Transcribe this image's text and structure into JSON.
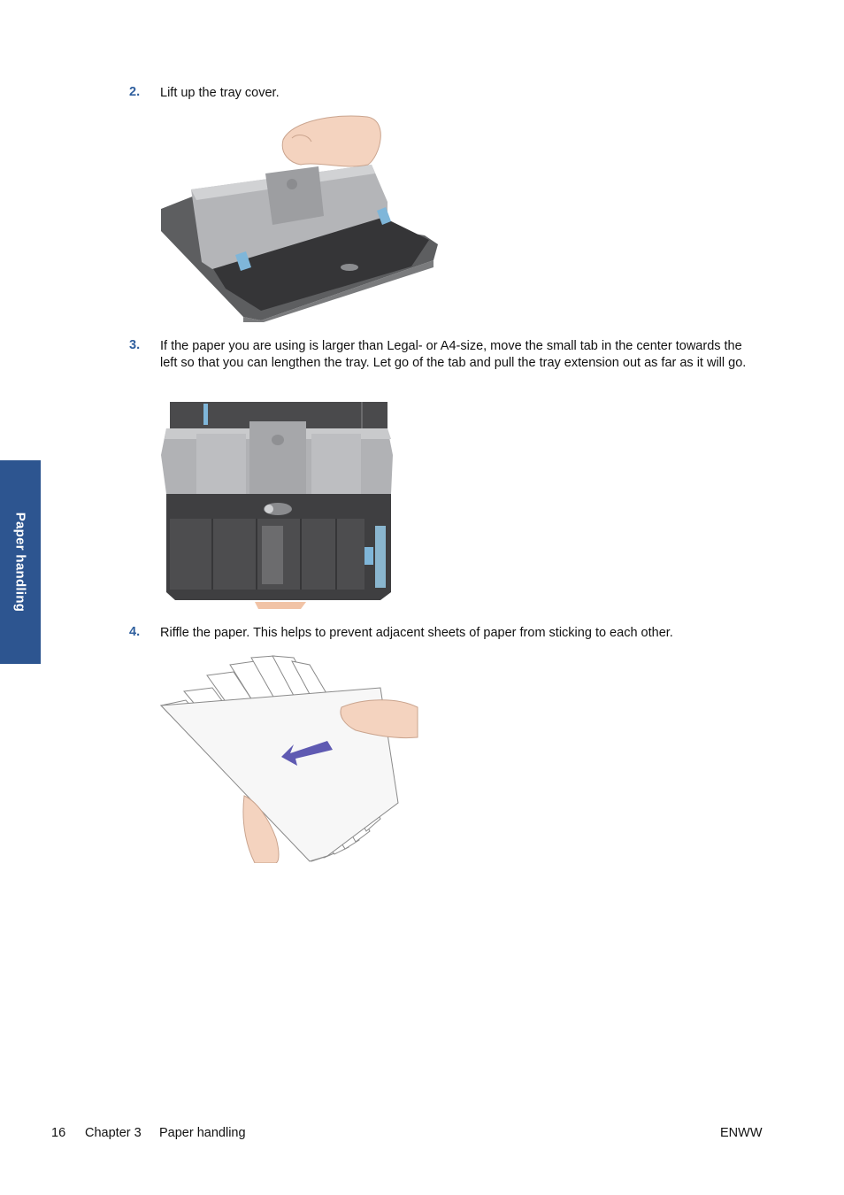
{
  "steps": [
    {
      "number": "2.",
      "text": "Lift up the tray cover.",
      "illustration": "lifting-tray-cover"
    },
    {
      "number": "3.",
      "text": "If the paper you are using is larger than Legal- or A4-size, move the small tab in the center towards the left so that you can lengthen the tray. Let go of the tab and pull the tray extension out as far as it will go.",
      "illustration": "tray-extension-top-view"
    },
    {
      "number": "4.",
      "text": "Riffle the paper. This helps to prevent adjacent sheets of paper from sticking to each other.",
      "illustration": "riffling-paper"
    }
  ],
  "side_tab": {
    "label": "Paper handling",
    "color": "#2d5590"
  },
  "footer": {
    "page_number": "16",
    "chapter": "Chapter 3",
    "section": "Paper handling",
    "right": "ENWW"
  },
  "colors": {
    "step_number": "#2f5f9e",
    "tray_gray": "#a9aaad",
    "tray_dark": "#4a4a4c",
    "accent_blue": "#7fb6d9"
  }
}
